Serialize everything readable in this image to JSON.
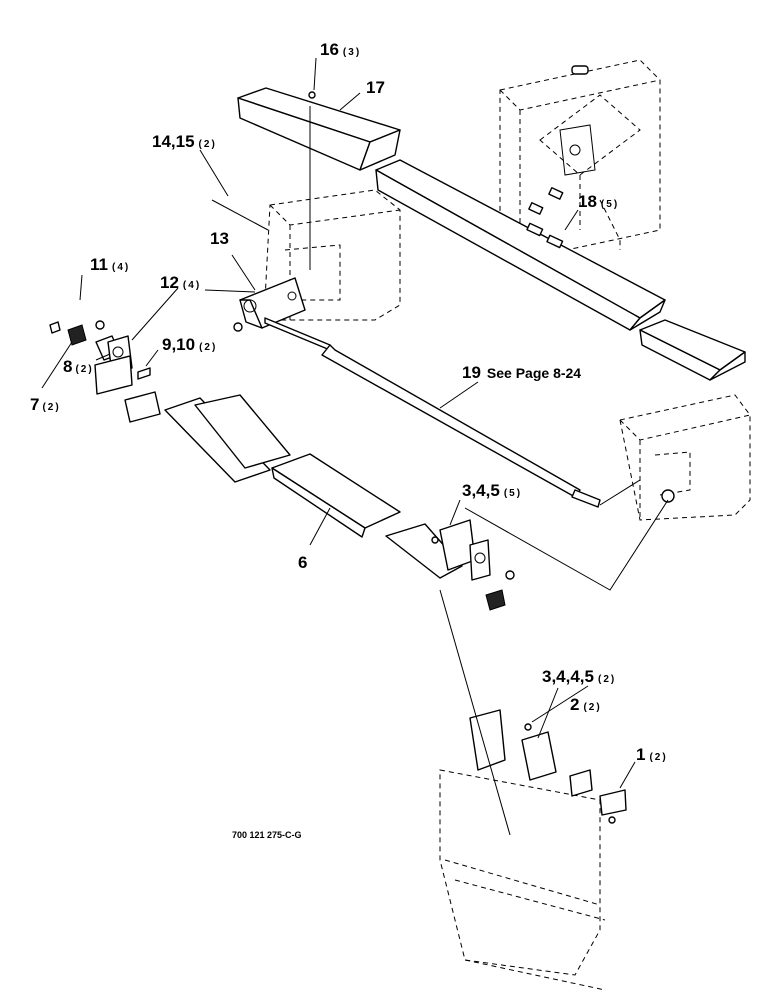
{
  "diagram": {
    "callouts": [
      {
        "id": "c16",
        "number": "16",
        "qty": "(3)"
      },
      {
        "id": "c17",
        "number": "17",
        "qty": ""
      },
      {
        "id": "c14",
        "number": "14,15",
        "qty": "(2)"
      },
      {
        "id": "c18",
        "number": "18",
        "qty": "(5)"
      },
      {
        "id": "c13",
        "number": "13",
        "qty": ""
      },
      {
        "id": "c11",
        "number": "11",
        "qty": "(4)"
      },
      {
        "id": "c12",
        "number": "12",
        "qty": "(4)"
      },
      {
        "id": "c9",
        "number": "9,10",
        "qty": "(2)"
      },
      {
        "id": "c8",
        "number": "8",
        "qty": "(2)"
      },
      {
        "id": "c7",
        "number": "7",
        "qty": "(2)"
      },
      {
        "id": "c19",
        "number": "19",
        "qty": "",
        "note": "See Page 8-24"
      },
      {
        "id": "c3a",
        "number": "3,4,5",
        "qty": "(5)"
      },
      {
        "id": "c6",
        "number": "6",
        "qty": ""
      },
      {
        "id": "c3b",
        "number": "3,4,4,5",
        "qty": "(2)"
      },
      {
        "id": "c2",
        "number": "2",
        "qty": "(2)"
      },
      {
        "id": "c1",
        "number": "1",
        "qty": "(2)"
      }
    ],
    "drawing_code": "700 121 275-C-G"
  }
}
